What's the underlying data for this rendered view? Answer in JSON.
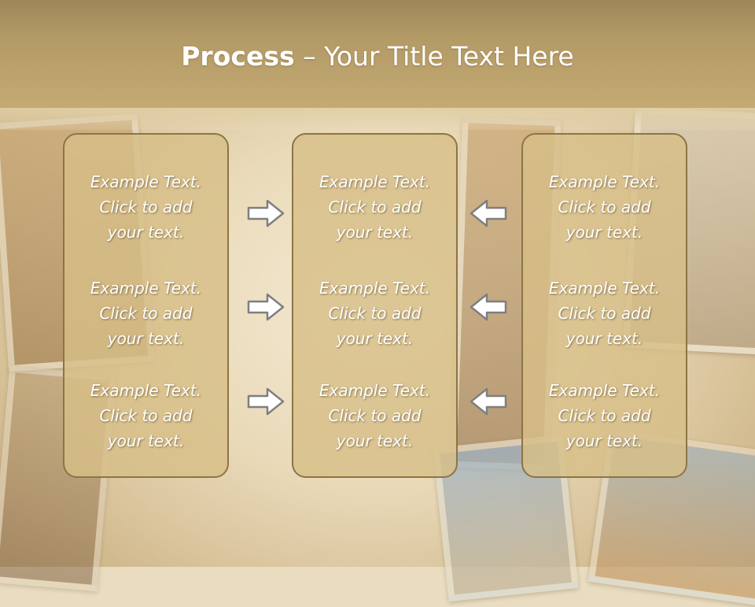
{
  "slide": {
    "title_bold": "Process",
    "title_rest": " – Your Title Text Here"
  },
  "columns": [
    {
      "items": [
        "Example Text.\nClick  to add\nyour text.",
        "Example Text.\nClick  to add\nyour text.",
        "Example Text.\nClick  to add\nyour text."
      ]
    },
    {
      "items": [
        "Example Text.\nClick  to add\nyour text.",
        "Example Text.\nClick  to add\nyour text.",
        "Example Text.\nClick  to add\nyour text."
      ]
    },
    {
      "items": [
        "Example Text.\nClick  to add\nyour text.",
        "Example Text.\nClick  to add\nyour text.",
        "Example Text.\nClick  to add\nyour text."
      ]
    }
  ],
  "arrows": {
    "left_group": "right-arrow-icon",
    "right_group": "left-arrow-icon"
  },
  "colors": {
    "title_bar": "#b39a66",
    "box_fill": "#d7be87",
    "box_border": "#8c7545",
    "text": "#ffffff",
    "arrow_stroke": "#7f7f7f"
  }
}
